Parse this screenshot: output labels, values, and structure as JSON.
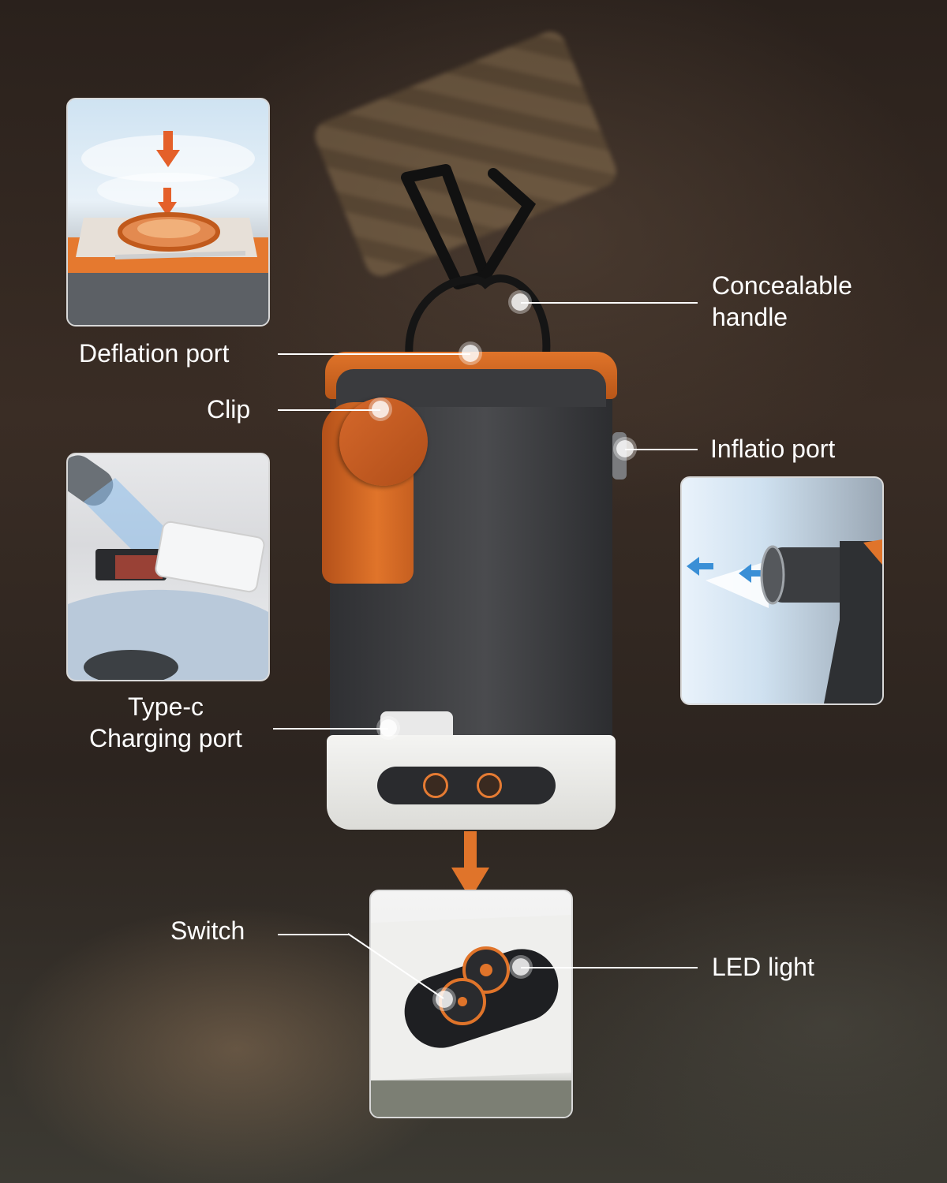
{
  "labels": {
    "concealable_handle": [
      "Concealable",
      "handle"
    ],
    "deflation_port": "Deflation port",
    "clip": "Clip",
    "inflation_port": "Inflatio port",
    "type_c": [
      "Type-c",
      "Charging port"
    ],
    "switch": "Switch",
    "led_light": "LED light"
  },
  "colors": {
    "accent": "#E0742A",
    "device_body": "#3A3B3E",
    "callout": "#FFFFFF",
    "arrow_blue": "#3A8FD6"
  }
}
